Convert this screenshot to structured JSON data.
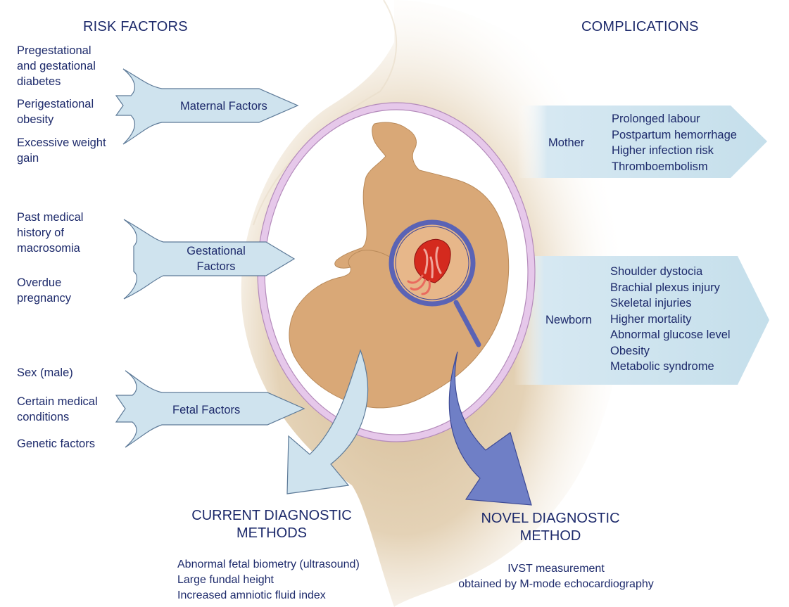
{
  "headings": {
    "risk_factors": "RISK FACTORS",
    "complications": "COMPLICATIONS"
  },
  "risk_groups": [
    {
      "label": [
        "Maternal Factors"
      ],
      "items": [
        [
          "Pregestational",
          "and gestational",
          "diabetes"
        ],
        [
          "Perigestational",
          "obesity"
        ],
        [
          "Excessive weight",
          "gain"
        ]
      ]
    },
    {
      "label": [
        "Gestational",
        "Factors"
      ],
      "items": [
        [
          "Past medical",
          "history of",
          "macrosomia"
        ],
        [
          "Overdue",
          "pregnancy"
        ]
      ]
    },
    {
      "label": [
        "Fetal Factors"
      ],
      "items": [
        [
          "Sex (male)"
        ],
        [
          "Certain medical",
          "conditions"
        ],
        [
          "Genetic factors"
        ]
      ]
    }
  ],
  "complications": {
    "mother": {
      "label": "Mother",
      "items": [
        "Prolonged labour",
        "Postpartum hemorrhage",
        "Higher infection risk",
        "Thromboembolism"
      ]
    },
    "newborn": {
      "label": "Newborn",
      "items": [
        "Shoulder dystocia",
        "Brachial plexus injury",
        "Skeletal injuries",
        "Higher mortality",
        "Abnormal glucose level",
        "Obesity",
        "Metabolic syndrome"
      ]
    }
  },
  "methods": {
    "current": {
      "title": [
        "CURRENT DIAGNOSTIC",
        "METHODS"
      ],
      "items": [
        "Abnormal fetal biometry (ultrasound)",
        "Large fundal height",
        "Increased amniotic fluid index"
      ]
    },
    "novel": {
      "title": [
        "NOVEL DIAGNOSTIC",
        "METHOD"
      ],
      "items": [
        "IVST measurement",
        "obtained by M-mode echocardiography"
      ]
    }
  },
  "colors": {
    "text": "#1d2a6b",
    "light_arrow_fill": "#cfe3ee",
    "light_arrow_stroke": "#5d7a98",
    "dark_arrow_fill": "#6f7fc6",
    "belly": "#d9c4a3",
    "uterus_ring": "#e6c8ea",
    "fetus": "#d9a877",
    "magnifier": "#5a63b5",
    "heart": "#d42a1e"
  }
}
